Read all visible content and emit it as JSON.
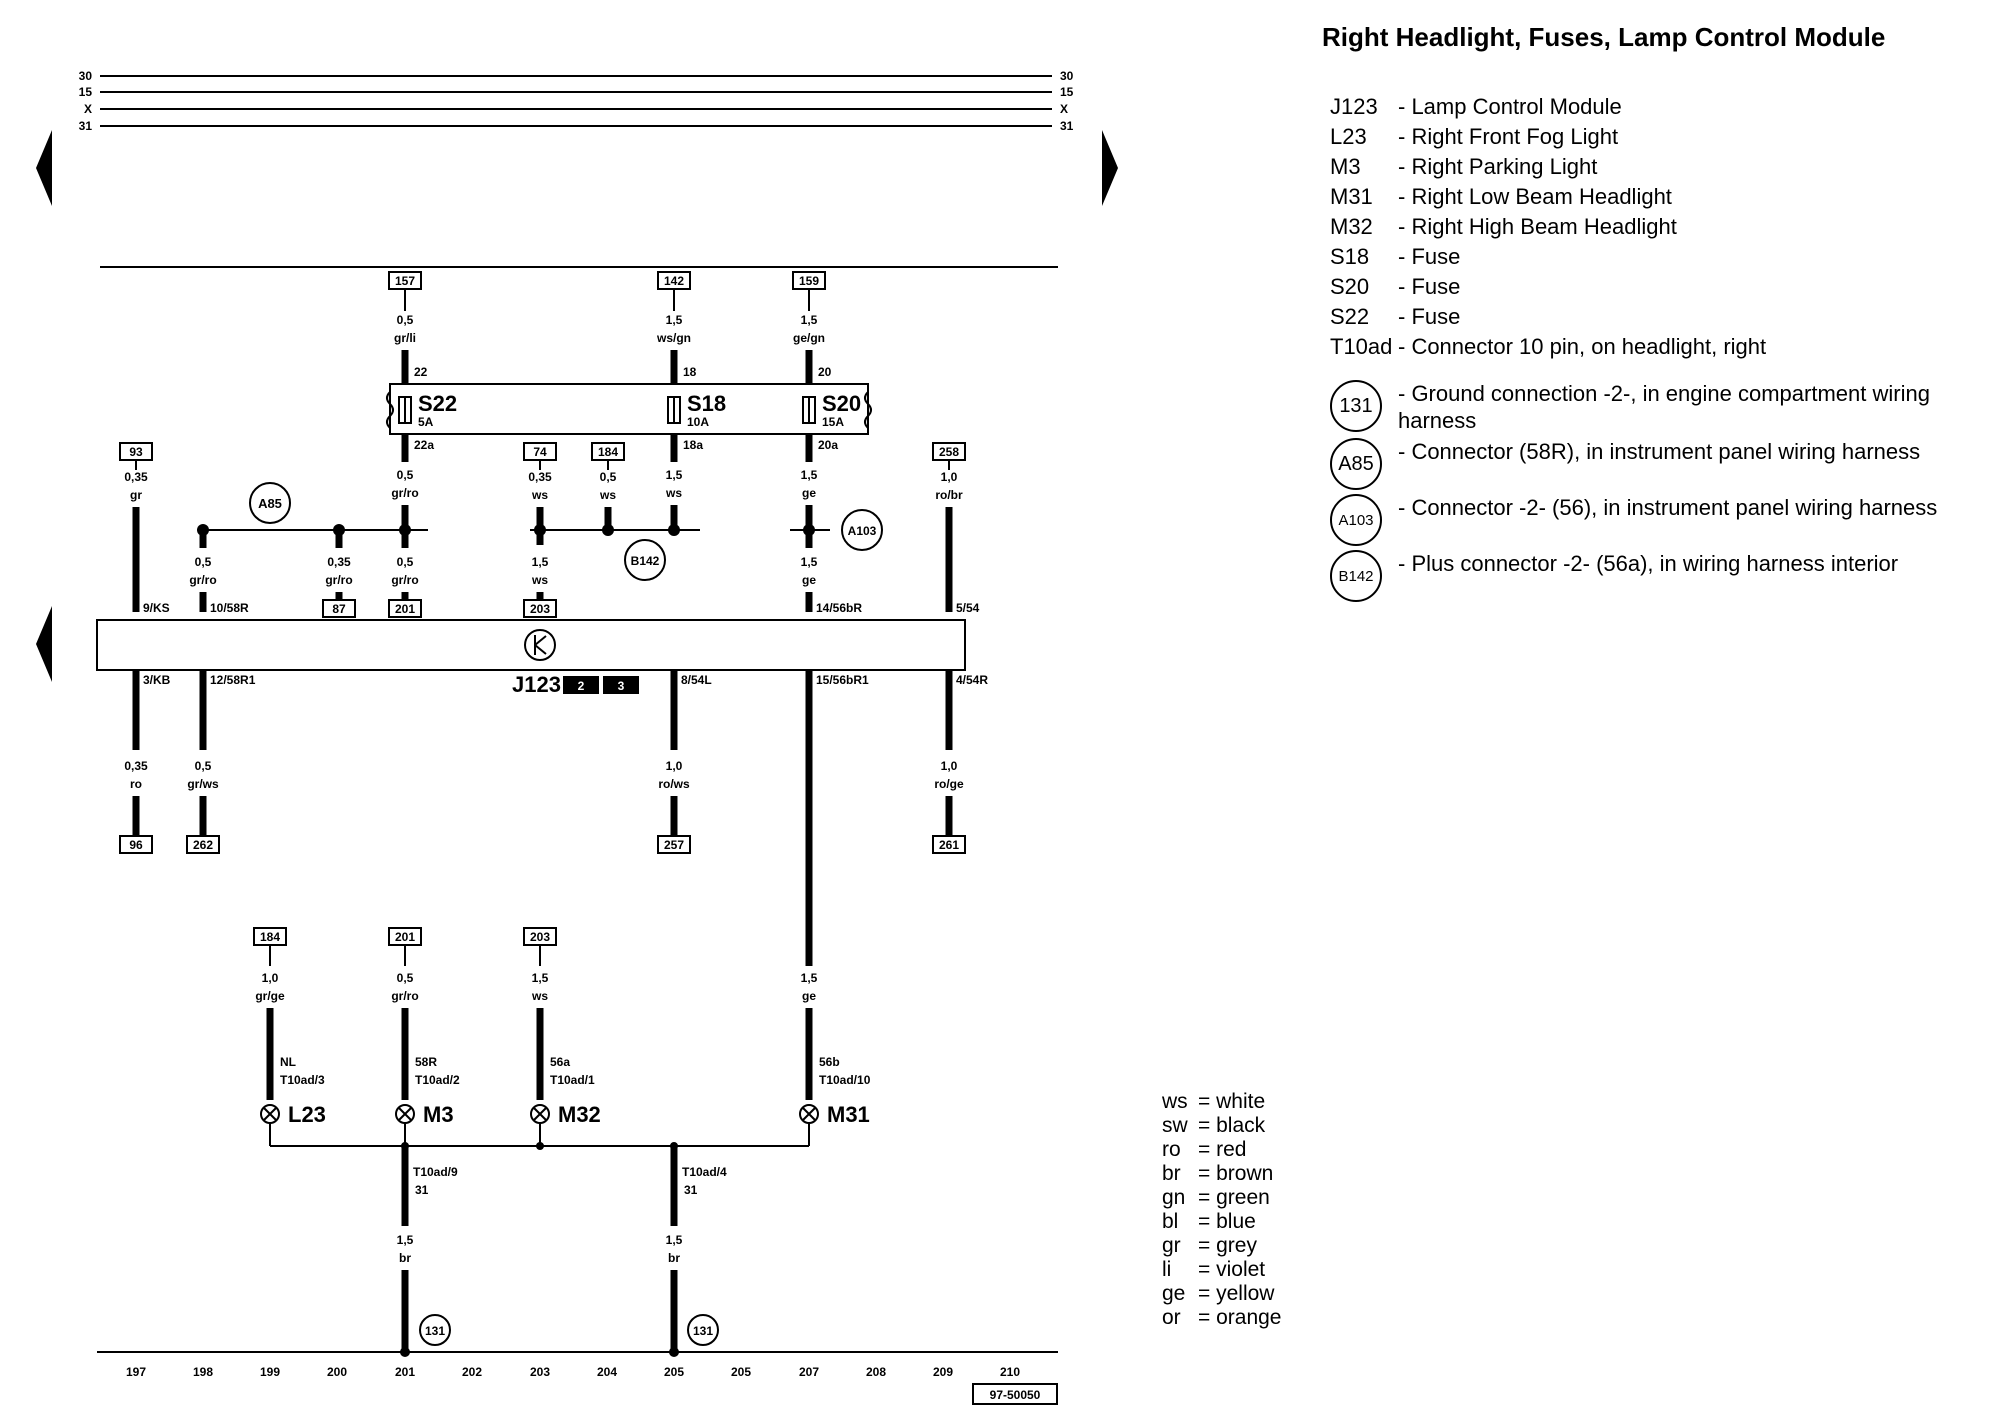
{
  "title": "Right Headlight, Fuses, Lamp Control Module",
  "legend": [
    {
      "code": "J123",
      "desc": "- Lamp Control Module"
    },
    {
      "code": "L23",
      "desc": "- Right Front Fog Light"
    },
    {
      "code": "M3",
      "desc": "- Right Parking Light"
    },
    {
      "code": "M31",
      "desc": "- Right Low Beam Headlight"
    },
    {
      "code": "M32",
      "desc": "- Right High Beam Headlight"
    },
    {
      "code": "S18",
      "desc": "- Fuse"
    },
    {
      "code": "S20",
      "desc": "- Fuse"
    },
    {
      "code": "S22",
      "desc": "- Fuse"
    },
    {
      "code": "T10ad",
      "desc": "- Connector 10 pin, on headlight, right"
    }
  ],
  "legend_circles": [
    {
      "code": "131",
      "desc": "- Ground connection -2-, in engine compartment wiring harness"
    },
    {
      "code": "A85",
      "desc": "- Connector (58R), in instrument panel wiring harness"
    },
    {
      "code": "A103",
      "desc": "- Connector -2- (56), in instrument panel wiring harness"
    },
    {
      "code": "B142",
      "desc": "- Plus connector -2- (56a), in wiring harness interior"
    }
  ],
  "color_key": [
    {
      "abbr": "ws",
      "name": "= white"
    },
    {
      "abbr": "sw",
      "name": "= black"
    },
    {
      "abbr": "ro",
      "name": "= red"
    },
    {
      "abbr": "br",
      "name": "= brown"
    },
    {
      "abbr": "gn",
      "name": "= green"
    },
    {
      "abbr": "bl",
      "name": "= blue"
    },
    {
      "abbr": "gr",
      "name": "= grey"
    },
    {
      "abbr": "li",
      "name": "= violet"
    },
    {
      "abbr": "ge",
      "name": "= yellow"
    },
    {
      "abbr": "or",
      "name": "= orange"
    }
  ],
  "rails": [
    "30",
    "15",
    "X",
    "31"
  ],
  "fuses": {
    "s22": {
      "name": "S22",
      "rating": "5A"
    },
    "s18": {
      "name": "S18",
      "rating": "10A"
    },
    "s20": {
      "name": "S20",
      "rating": "15A"
    }
  },
  "fuse_inputs": {
    "s22": {
      "ref": "157",
      "gauge": "0,5",
      "color": "gr/li",
      "pin": "22",
      "pin_out": "22a"
    },
    "s18": {
      "ref": "142",
      "gauge": "1,5",
      "color": "ws/gn",
      "pin": "18",
      "pin_out": "18a"
    },
    "s20": {
      "ref": "159",
      "gauge": "1,5",
      "color": "ge/gn",
      "pin": "20",
      "pin_out": "20a"
    }
  },
  "upper_wires": {
    "w93": {
      "ref": "93",
      "gauge": "0,35",
      "color": "gr",
      "pin": "9/KS"
    },
    "s22out": {
      "gauge": "0,5",
      "color": "gr/ro"
    },
    "w74": {
      "ref": "74",
      "gauge": "0,35",
      "color": "ws"
    },
    "w184": {
      "ref": "184",
      "gauge": "0,5",
      "color": "ws"
    },
    "s18out": {
      "gauge": "1,5",
      "color": "ws"
    },
    "s20out": {
      "gauge": "1,5",
      "color": "ge"
    },
    "w258": {
      "ref": "258",
      "gauge": "1,0",
      "color": "ro/br",
      "pin": "5/54"
    },
    "a85_left": {
      "gauge": "0,5",
      "color": "gr/ro",
      "pin": "10/58R"
    },
    "a85_mid": {
      "gauge": "0,35",
      "color": "gr/ro",
      "ref": "87"
    },
    "a85_right": {
      "gauge": "0,5",
      "color": "gr/ro",
      "ref": "201"
    },
    "b142_down": {
      "gauge": "1,5",
      "color": "ws",
      "ref": "203"
    },
    "a103_down": {
      "gauge": "1,5",
      "color": "ge",
      "pin": "14/56bR"
    }
  },
  "connectors": {
    "a85": "A85",
    "a103": "A103",
    "b142": "B142"
  },
  "module": {
    "name": "J123",
    "badges": [
      "2",
      "3"
    ]
  },
  "lower_wires": {
    "kb": {
      "pin": "3/KB",
      "gauge": "0,35",
      "color": "ro",
      "ref": "96"
    },
    "r1": {
      "pin": "12/58R1",
      "gauge": "0,5",
      "color": "gr/ws",
      "ref": "262"
    },
    "l54": {
      "pin": "8/54L",
      "gauge": "1,0",
      "color": "ro/ws",
      "ref": "257"
    },
    "b56": {
      "pin": "15/56bR1"
    },
    "r54": {
      "pin": "4/54R",
      "gauge": "1,0",
      "color": "ro/ge",
      "ref": "261"
    }
  },
  "lamps": {
    "l23": {
      "ref": "184",
      "gauge": "1,0",
      "color": "gr/ge",
      "sig": "NL",
      "pin": "T10ad/3",
      "name": "L23"
    },
    "m3": {
      "ref": "201",
      "gauge": "0,5",
      "color": "gr/ro",
      "sig": "58R",
      "pin": "T10ad/2",
      "name": "M3"
    },
    "m32": {
      "ref": "203",
      "gauge": "1,5",
      "color": "ws",
      "sig": "56a",
      "pin": "T10ad/1",
      "name": "M32"
    },
    "m31": {
      "gauge": "1,5",
      "color": "ge",
      "sig": "56b",
      "pin": "T10ad/10",
      "name": "M31"
    }
  },
  "grounds": {
    "g1": {
      "pin": "T10ad/9",
      "sig": "31",
      "gauge": "1,5",
      "color": "br",
      "point": "131"
    },
    "g2": {
      "pin": "T10ad/4",
      "sig": "31",
      "gauge": "1,5",
      "color": "br",
      "point": "131"
    }
  },
  "columns": [
    "197",
    "198",
    "199",
    "200",
    "201",
    "202",
    "203",
    "204",
    "205",
    "205",
    "207",
    "208",
    "209",
    "210"
  ],
  "ref_code": "97-50050"
}
